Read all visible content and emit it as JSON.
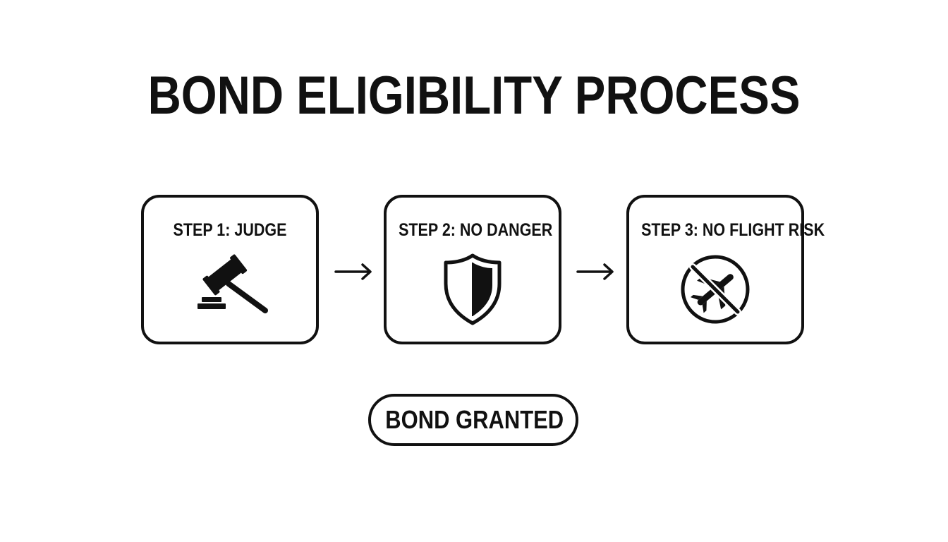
{
  "title": "BOND ELIGIBILITY PROCESS",
  "steps": [
    {
      "label": "STEP 1: JUDGE",
      "icon": "gavel-icon"
    },
    {
      "label": "STEP 2: NO DANGER",
      "icon": "shield-icon"
    },
    {
      "label": "STEP 3: NO FLIGHT RISK",
      "icon": "no-flight-icon"
    }
  ],
  "result": {
    "label": "BOND GRANTED"
  },
  "colors": {
    "stroke": "#111111",
    "background": "#ffffff"
  }
}
